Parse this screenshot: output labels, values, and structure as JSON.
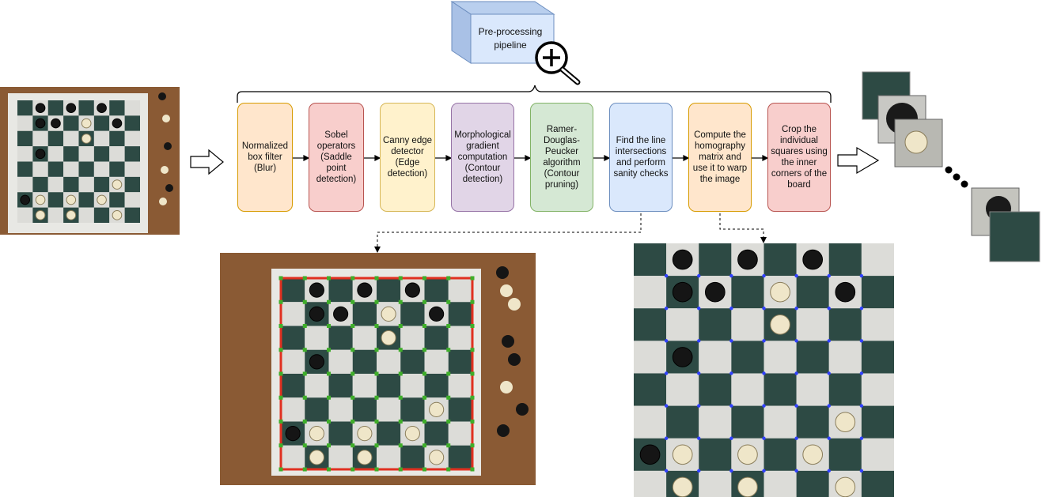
{
  "header": {
    "title_line1": "Pre-processing",
    "title_line2": "pipeline"
  },
  "steps": [
    {
      "label": "Normalized box filter (Blur)",
      "fill": "#ffe6cc",
      "stroke": "#d79b00"
    },
    {
      "label": "Sobel operators (Saddle point detection)",
      "fill": "#f8cecc",
      "stroke": "#b85450"
    },
    {
      "label": "Canny edge detector (Edge detection)",
      "fill": "#fff2cc",
      "stroke": "#d6b656"
    },
    {
      "label": "Morphological gradient computation (Contour detection)",
      "fill": "#e1d5e7",
      "stroke": "#9673a6"
    },
    {
      "label": "Ramer-Douglas-Peucker algorithm (Contour pruning)",
      "fill": "#d5e8d4",
      "stroke": "#82b366"
    },
    {
      "label": "Find the line intersections and perform sanity checks",
      "fill": "#dae8fc",
      "stroke": "#6c8ebf"
    },
    {
      "label": "Compute the homography matrix and use it to warp the image",
      "fill": "#ffe6cc",
      "stroke": "#d79b00"
    },
    {
      "label": "Crop the individual squares using the inner corners of the board",
      "fill": "#f8cecc",
      "stroke": "#b85450"
    }
  ],
  "colors": {
    "board_dark": "#2d4a44",
    "board_light": "#dcdcd8",
    "wood": "#8a5a34",
    "cube_fill": "#cfe0f6",
    "grid_marker": "#3fae2a",
    "grid_border": "#e03020",
    "corner_dot": "#3040ff"
  },
  "icons": {
    "zoom": "magnifier-plus-icon",
    "flow": "hollow-arrow-right-icon",
    "more": "ellipsis-dots-icon"
  }
}
